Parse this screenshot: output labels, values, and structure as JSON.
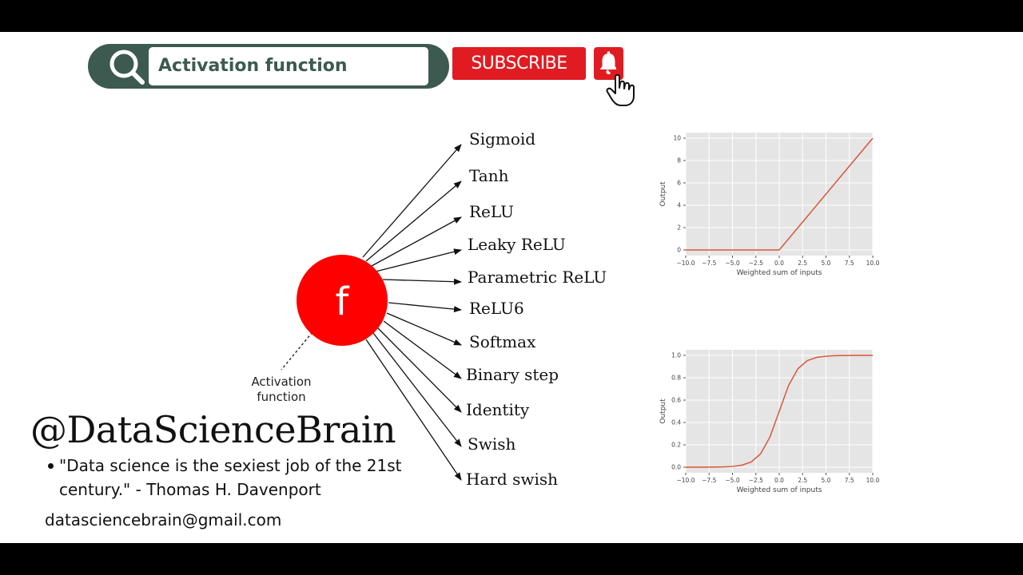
{
  "header": {
    "search": {
      "icon": "search-icon",
      "text": "Activation function"
    },
    "subscribe_label": "SUBSCRIBE",
    "bell_icon": "bell-icon",
    "cursor_icon": "hand-pointer-icon",
    "colors": {
      "pill": "#3c5a50",
      "subscribe": "#e11b22",
      "bars": "#000000"
    }
  },
  "diagram": {
    "node_symbol": "f",
    "node_caption_line1": "Activation",
    "node_caption_line2": "function",
    "node_color": "#ff0000",
    "functions": [
      "Sigmoid",
      "Tanh",
      "ReLU",
      "Leaky ReLU",
      "Parametric ReLU",
      "ReLU6",
      "Softmax",
      "Binary step",
      "Identity",
      "Swish",
      "Hard swish"
    ]
  },
  "chart_data": [
    {
      "type": "line",
      "title": "",
      "xlabel": "Weighted sum of inputs",
      "ylabel": "Output",
      "xlim": [
        -10,
        10
      ],
      "ylim": [
        -0.5,
        10.5
      ],
      "xticks": [
        "−10.0",
        "−7.5",
        "−5.0",
        "−2.5",
        "0.0",
        "2.5",
        "5.0",
        "7.5",
        "10.0"
      ],
      "yticks": [
        "0",
        "2",
        "4",
        "6",
        "8",
        "10"
      ],
      "x": [
        -10,
        -7.5,
        -5,
        -2.5,
        0,
        2.5,
        5,
        7.5,
        10
      ],
      "y": [
        0,
        0,
        0,
        0,
        0,
        2.5,
        5,
        7.5,
        10
      ],
      "line_color": "#d9573b",
      "background": "#e5e5e5",
      "grid": true
    },
    {
      "type": "line",
      "title": "",
      "xlabel": "Weighted sum of inputs",
      "ylabel": "Output",
      "xlim": [
        -10,
        10
      ],
      "ylim": [
        -0.05,
        1.05
      ],
      "xticks": [
        "−10.0",
        "−7.5",
        "−5.0",
        "−2.5",
        "0.0",
        "2.5",
        "5.0",
        "7.5",
        "10.0"
      ],
      "yticks": [
        "0.0",
        "0.2",
        "0.4",
        "0.6",
        "0.8",
        "1.0"
      ],
      "x": [
        -10,
        -8,
        -6,
        -5,
        -4,
        -3,
        -2,
        -1,
        0,
        1,
        2,
        3,
        4,
        5,
        6,
        8,
        10
      ],
      "y": [
        0.0,
        0.0003,
        0.0025,
        0.0067,
        0.018,
        0.047,
        0.119,
        0.269,
        0.5,
        0.731,
        0.881,
        0.953,
        0.982,
        0.993,
        0.9975,
        0.9997,
        1.0
      ],
      "line_color": "#d9573b",
      "background": "#e5e5e5",
      "grid": true
    }
  ],
  "footer": {
    "handle": "@DataScienceBrain",
    "quote": "\"Data science is the sexiest job of the 21st century.\" - Thomas H. Davenport",
    "email": "datasciencebrain@gmail.com"
  }
}
